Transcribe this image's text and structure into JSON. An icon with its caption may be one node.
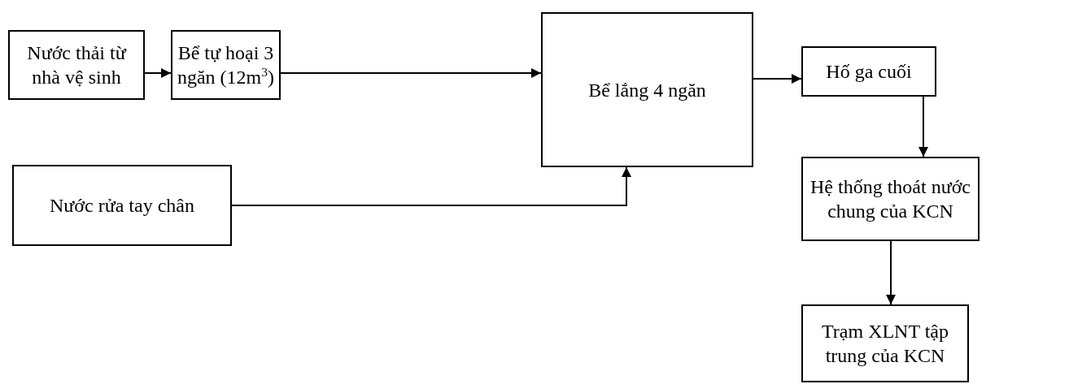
{
  "diagram": {
    "nodes": [
      {
        "text": [
          "Nước thải từ nhà vệ sinh"
        ]
      },
      {
        "text": [
          "Bể tự hoại 3 ngăn (12m$^{3}$)"
        ]
      },
      {
        "text": [
          "Bể lắng 4 ngăn"
        ]
      },
      {
        "text": [
          "Hố ga cuối"
        ]
      },
      {
        "text": [
          "Nước rửa tay chân"
        ]
      },
      {
        "text": [
          "Hệ thống thoát nước chung của KCN"
        ]
      },
      {
        "text": [
          "Trạm XLNT tập trung của KCN"
        ]
      }
    ],
    "edges": [
      {
        "from": 0,
        "to": 1,
        "arrow": "to"
      },
      {
        "from": 1,
        "to": 2,
        "arrow": "to"
      },
      {
        "from": 2,
        "to": 3,
        "arrow": "to"
      },
      {
        "from": 4,
        "to": 2,
        "arrow": "to"
      },
      {
        "from": 3,
        "to": 5,
        "arrow": "to"
      },
      {
        "from": 5,
        "to": 6,
        "arrow": "to"
      }
    ]
  }
}
